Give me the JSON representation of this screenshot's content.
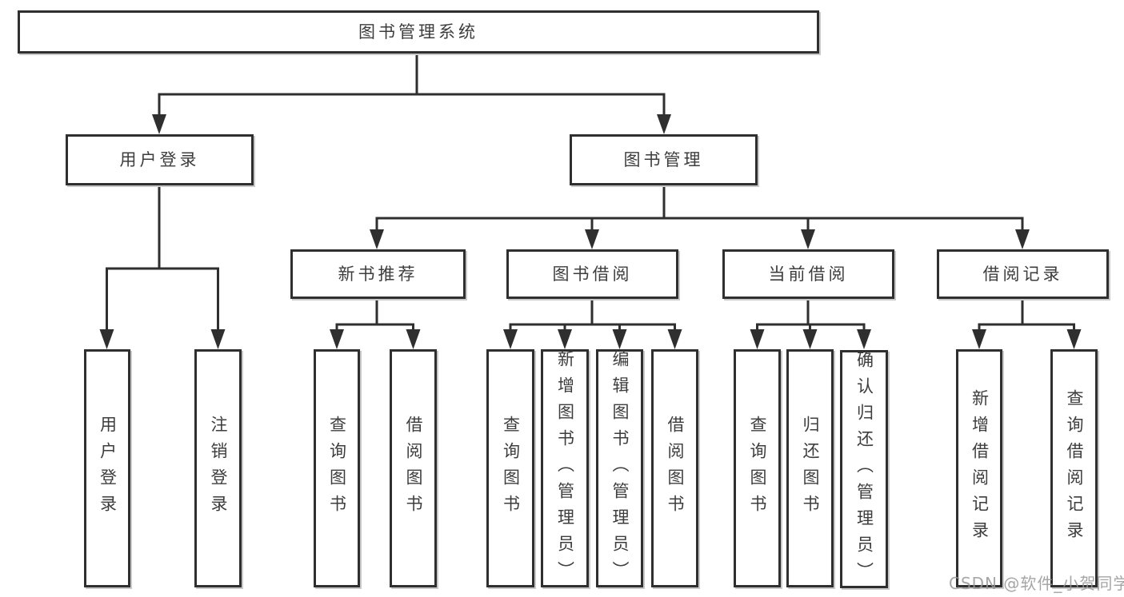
{
  "diagram": {
    "type": "hierarchy",
    "root": {
      "label": "图书管理系统"
    },
    "branches": [
      {
        "label": "用户登录",
        "children": [
          {
            "label": "用户登录"
          },
          {
            "label": "注销登录"
          }
        ]
      },
      {
        "label": "图书管理",
        "children": [
          {
            "label": "新书推荐",
            "children": [
              {
                "label": "查询图书"
              },
              {
                "label": "借阅图书"
              }
            ]
          },
          {
            "label": "图书借阅",
            "children": [
              {
                "label": "查询图书"
              },
              {
                "label": "新增图书（管理员）"
              },
              {
                "label": "编辑图书（管理员）"
              },
              {
                "label": "借阅图书"
              }
            ]
          },
          {
            "label": "当前借阅",
            "children": [
              {
                "label": "查询图书"
              },
              {
                "label": "归还图书"
              },
              {
                "label": "确认归还（管理员）"
              }
            ]
          },
          {
            "label": "借阅记录",
            "children": [
              {
                "label": "新增借阅记录"
              },
              {
                "label": "查询借阅记录"
              }
            ]
          }
        ]
      }
    ],
    "colors": {
      "line": "#2f2f2f",
      "text": "#3d3d3d",
      "background": "#ffffff",
      "watermark": "#969696"
    }
  },
  "watermark": {
    "text": "CSDN @软件_小贺同学"
  }
}
